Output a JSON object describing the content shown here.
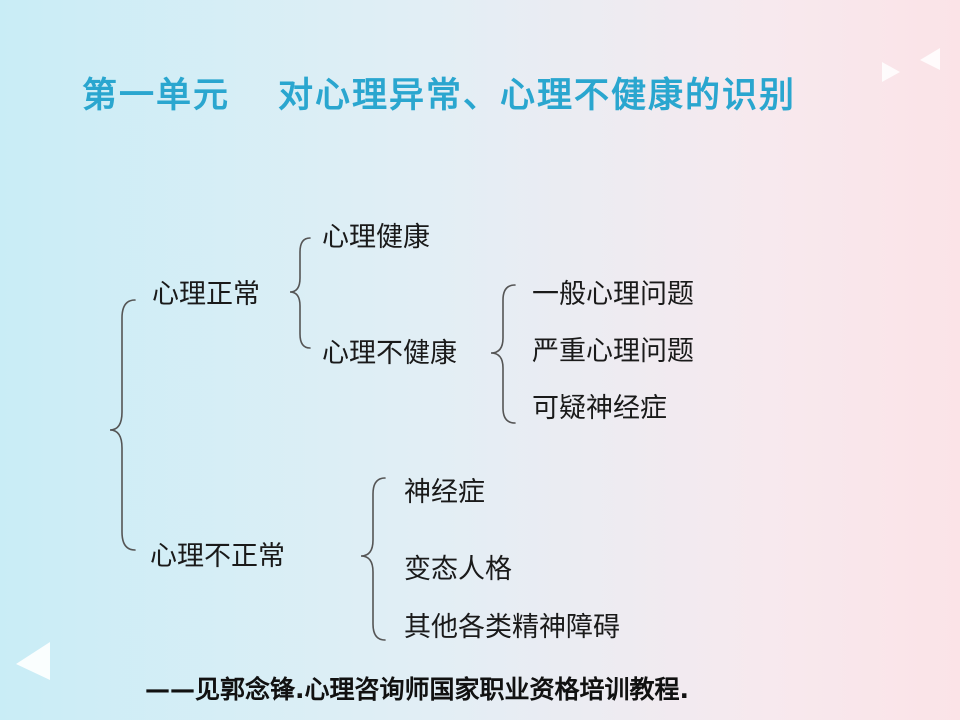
{
  "title": {
    "unit": "第一单元",
    "text": "对心理异常、心理不健康的识别"
  },
  "tree": {
    "normal": "心理正常",
    "healthy": "心理健康",
    "unhealthy": "心理不健康",
    "unhealthy_items": [
      "一般心理问题",
      "严重心理问题",
      "可疑神经症"
    ],
    "abnormal": "心理不正常",
    "abnormal_items": [
      "神经症",
      "变态人格",
      "其他各类精神障碍"
    ]
  },
  "citation": "——见郭念锋.心理咨询师国家职业资格培训教程.",
  "colors": {
    "title": "#2aa6cf",
    "brace": "#555555",
    "text": "#1a1a1a"
  }
}
